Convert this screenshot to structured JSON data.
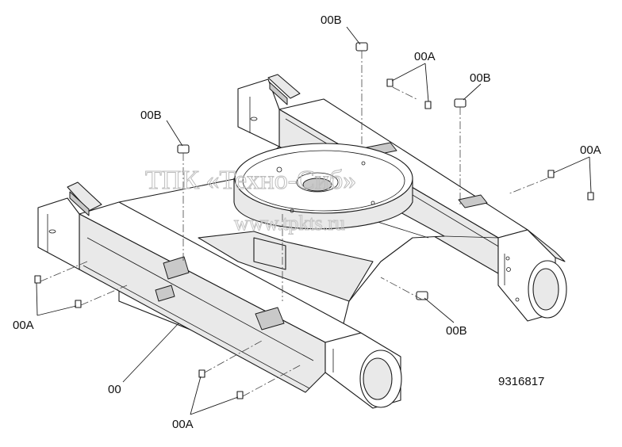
{
  "callouts": {
    "b_top": "00B",
    "a_top": "00A",
    "b_right_top": "00B",
    "b_left": "00B",
    "a_right": "00A",
    "a_left": "00A",
    "b_right_bottom": "00B",
    "main": "00",
    "a_bottom": "00A"
  },
  "figure_number": "9316817",
  "watermark": {
    "line1": "ТПК «Техно-Сиб»",
    "line2": "www.tpkts.ru"
  },
  "colors": {
    "line": "#1a1a1a",
    "shade": "#e9e9e9",
    "watermark": "#bdbdbd"
  }
}
